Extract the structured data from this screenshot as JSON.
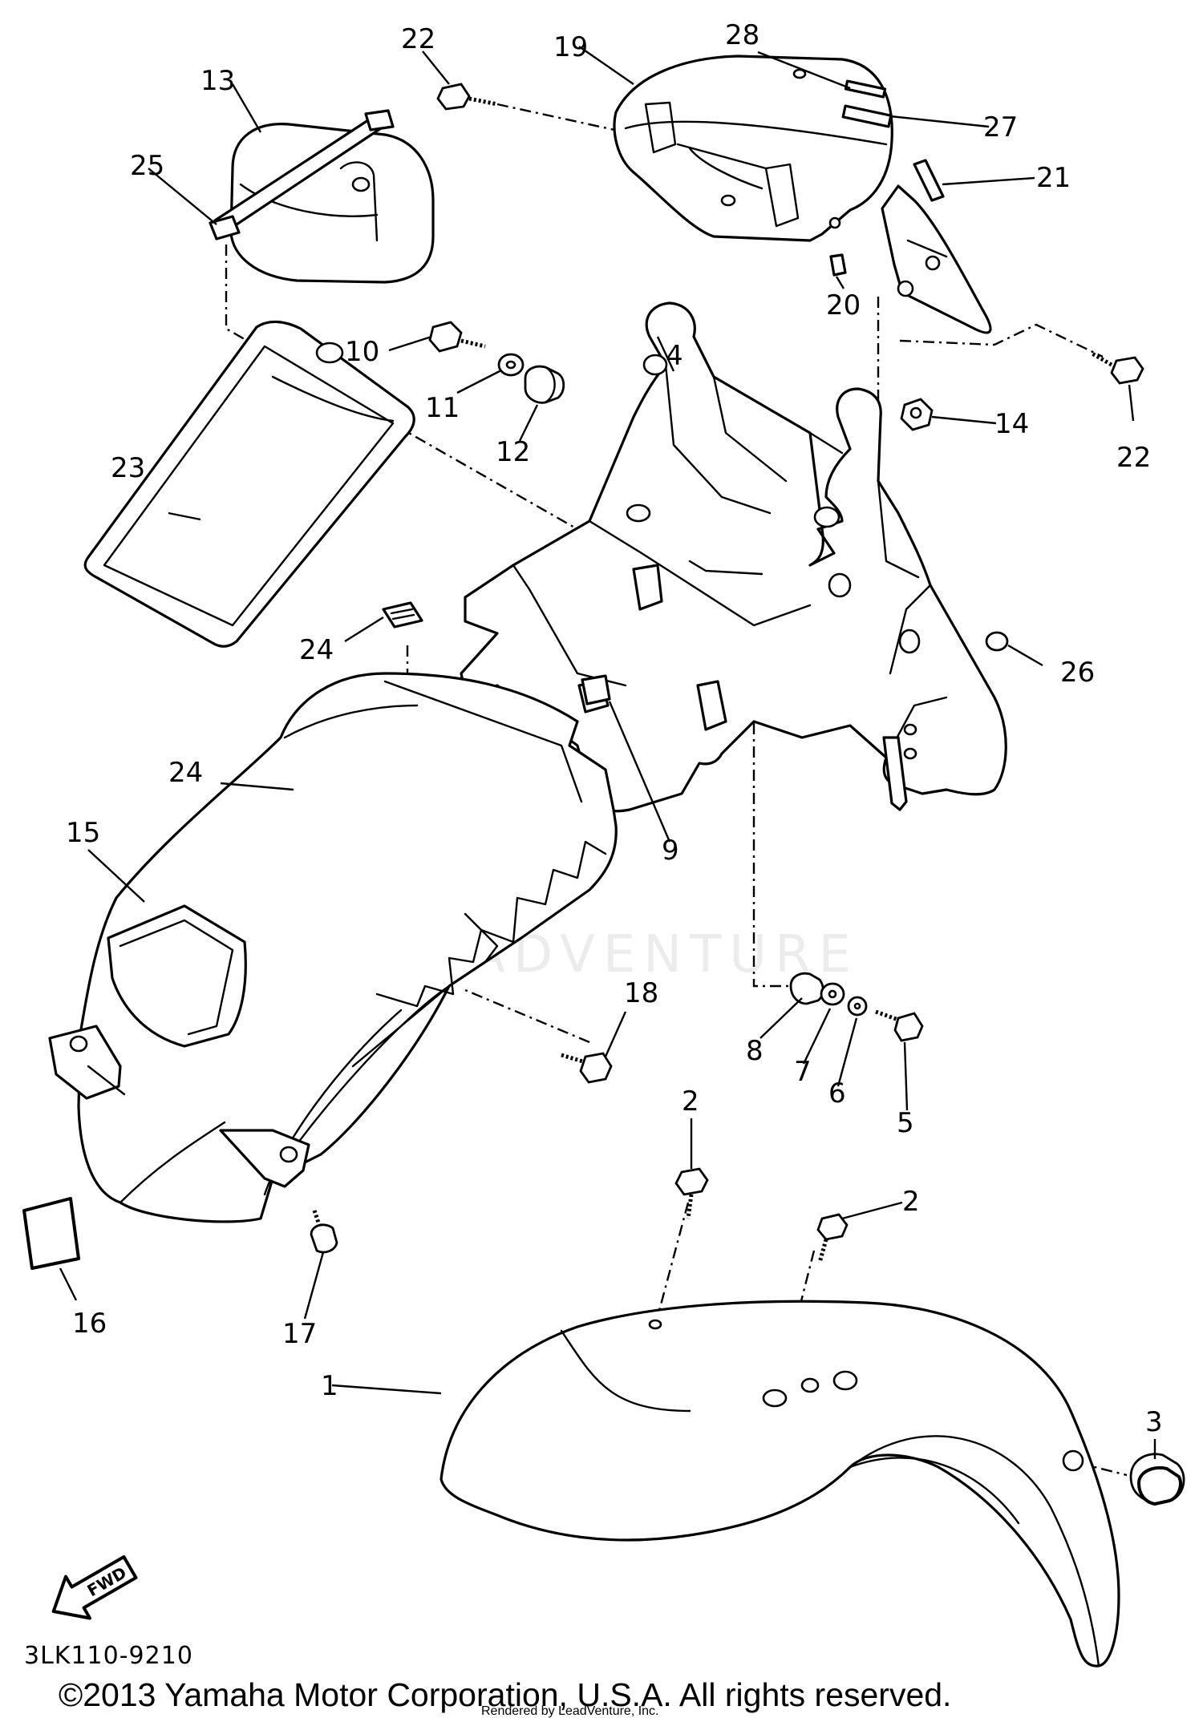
{
  "diagram": {
    "callouts": [
      "1",
      "2",
      "2",
      "3",
      "4",
      "5",
      "6",
      "7",
      "8",
      "9",
      "10",
      "11",
      "12",
      "13",
      "14",
      "15",
      "16",
      "17",
      "18",
      "19",
      "20",
      "21",
      "22",
      "22",
      "23",
      "24",
      "24",
      "25",
      "26",
      "27",
      "28"
    ],
    "arrow_label": "FWD",
    "diagram_code": "3LK110-9210",
    "watermark": "LEADVENTURE",
    "copyright": "©2013 Yamaha Motor Corporation, U.S.A. All rights reserved.",
    "rendered_by": "Rendered by LeadVenture, Inc."
  }
}
